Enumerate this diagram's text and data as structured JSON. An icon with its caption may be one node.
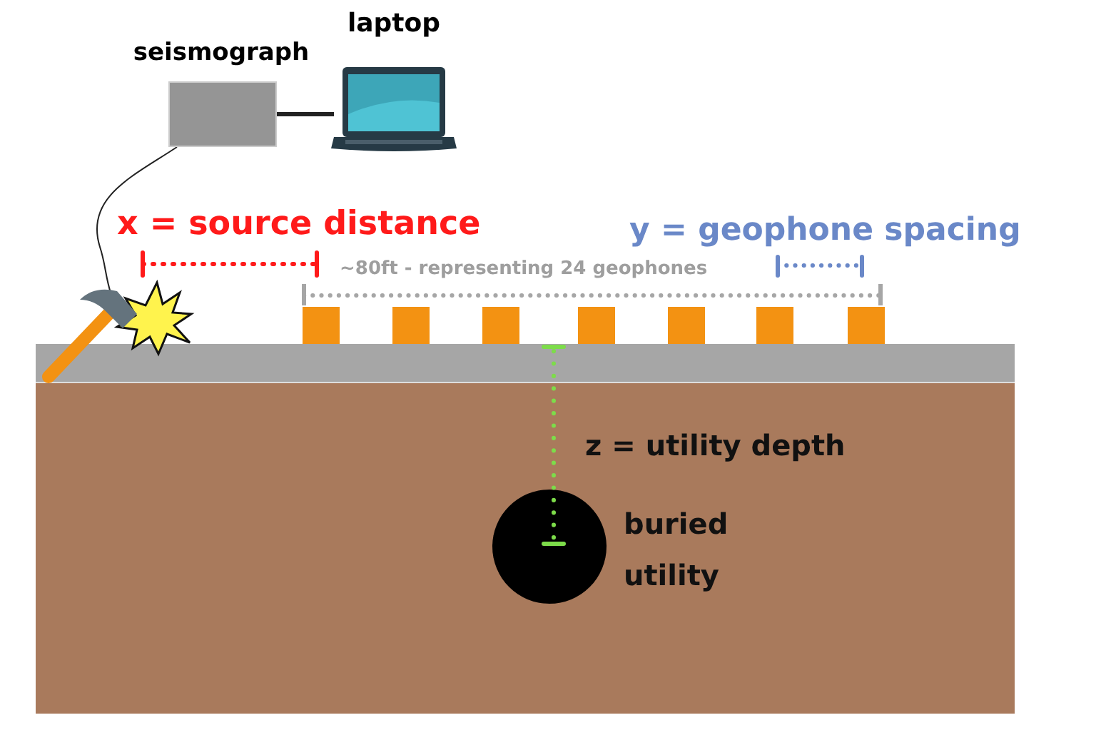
{
  "diagram": {
    "nodes": [
      {
        "text": [
          "seismograph"
        ]
      },
      {
        "text": [
          "laptop"
        ]
      },
      {
        "text": [],
        "shape": "picture"
      },
      {
        "text": [],
        "shape": "circle",
        "beside": [
          "buried utility"
        ]
      }
    ],
    "edges": [
      {
        "from": 0,
        "to": 1,
        "arrow": "none",
        "style": "thick"
      },
      {
        "from": 0,
        "to": 2,
        "arrow": "none"
      }
    ],
    "labels": [
      "x = source distance",
      "y = geophone spacing",
      "~80ft - representing 24 geophones",
      "z = utility depth"
    ]
  }
}
